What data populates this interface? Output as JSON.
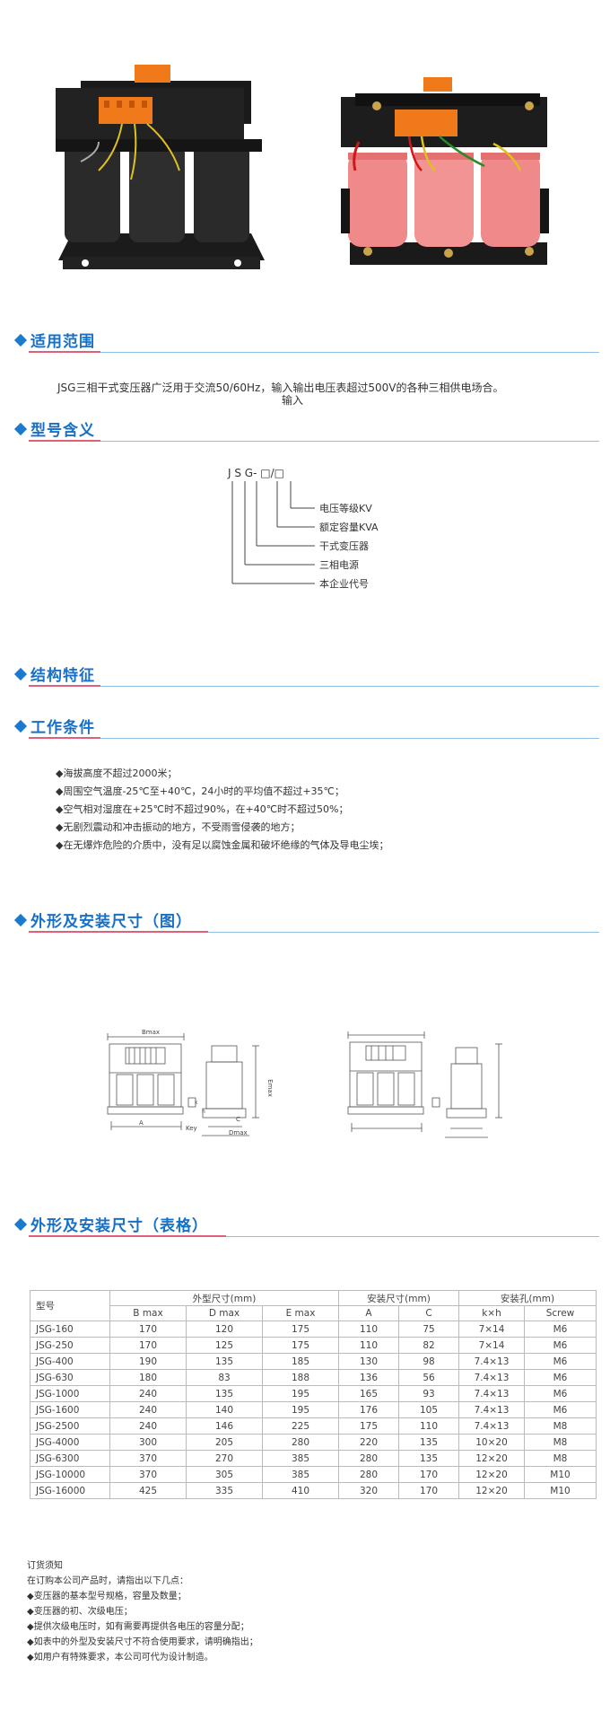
{
  "sections": {
    "application": "适用范围",
    "model_meaning": "型号含义",
    "structure": "结构特征",
    "conditions": "工作条件",
    "dims_figure": "外形及安装尺寸（图）",
    "dims_table": "外形及安装尺寸（表格）"
  },
  "application_text": {
    "line1": "JSG三相干式变压器广泛用于交流50/60Hz，输入输出电压表超过500V的各种三相供电场合。",
    "line2": "输入"
  },
  "model_code": {
    "code": "J S G- □/□",
    "items": [
      "电压等级KV",
      "额定容量KVA",
      "干式变压器",
      "三相电源",
      "本企业代号"
    ]
  },
  "conditions": [
    "◆海拔高度不超过2000米；",
    "◆周围空气温度-25℃至+40℃，24小时的平均值不超过+35℃；",
    "◆空气相对湿度在+25℃时不超过90%，在+40℃时不超过50%；",
    "◆无剧烈震动和冲击振动的地方，不受雨雪侵袭的地方；",
    "◆在无爆炸危险的介质中，没有足以腐蚀金属和破坏绝缘的气体及导电尘埃；"
  ],
  "drawing_labels": {
    "bmax": "Bmax",
    "emax": "Emax",
    "dmax": "Dmax",
    "a": "A",
    "c": "C",
    "key": "Key",
    "h": "h",
    "k": "k"
  },
  "table": {
    "col_model": "型号",
    "group_outline": "外型尺寸(mm)",
    "group_install": "安装尺寸(mm)",
    "group_holes": "安装孔(mm)",
    "sub": [
      "B max",
      "D max",
      "E max",
      "A",
      "C",
      "k×h",
      "Screw"
    ],
    "rows": [
      [
        "JSG-160",
        "170",
        "120",
        "175",
        "110",
        "75",
        "7×14",
        "M6"
      ],
      [
        "JSG-250",
        "170",
        "125",
        "175",
        "110",
        "82",
        "7×14",
        "M6"
      ],
      [
        "JSG-400",
        "190",
        "135",
        "185",
        "130",
        "98",
        "7.4×13",
        "M6"
      ],
      [
        "JSG-630",
        "180",
        "83",
        "188",
        "136",
        "56",
        "7.4×13",
        "M6"
      ],
      [
        "JSG-1000",
        "240",
        "135",
        "195",
        "165",
        "93",
        "7.4×13",
        "M6"
      ],
      [
        "JSG-1600",
        "240",
        "140",
        "195",
        "176",
        "105",
        "7.4×13",
        "M6"
      ],
      [
        "JSG-2500",
        "240",
        "146",
        "225",
        "175",
        "110",
        "7.4×13",
        "M8"
      ],
      [
        "JSG-4000",
        "300",
        "205",
        "280",
        "220",
        "135",
        "10×20",
        "M8"
      ],
      [
        "JSG-6300",
        "370",
        "270",
        "385",
        "280",
        "135",
        "12×20",
        "M8"
      ],
      [
        "JSG-10000",
        "370",
        "305",
        "385",
        "280",
        "170",
        "12×20",
        "M10"
      ],
      [
        "JSG-16000",
        "425",
        "335",
        "410",
        "320",
        "170",
        "12×20",
        "M10"
      ]
    ]
  },
  "notes": [
    "订货须知",
    "在订购本公司产品时，请指出以下几点：",
    "◆变压器的基本型号规格，容量及数量；",
    "◆变压器的初、次级电压；",
    "◆提供次级电压时，如有需要再提供各电压的容量分配；",
    "◆如表中的外型及安装尺寸不符合使用要求，请明确指出；",
    "◆如用户有特殊要求，本公司可代为设计制造。"
  ]
}
